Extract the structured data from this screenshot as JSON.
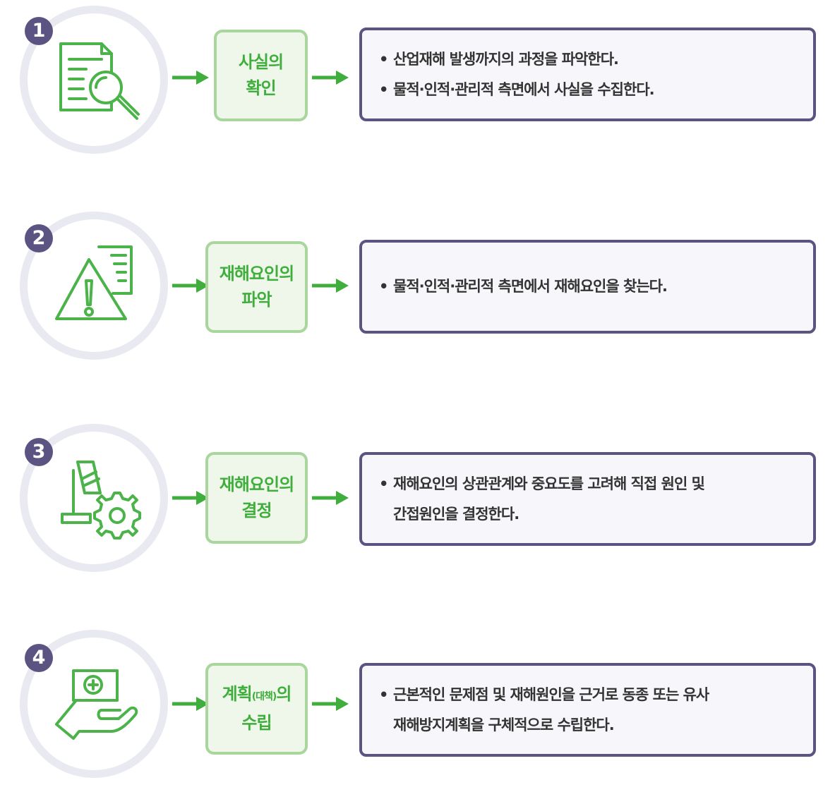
{
  "colors": {
    "accent_green": "#3fae3c",
    "box_border_green": "#a9d69c",
    "box_fill_green": "#eef7ea",
    "purple": "#5b5482",
    "ring_gray": "#e9e9f1",
    "text_dark": "#333333"
  },
  "bullet_char": "•",
  "steps": [
    {
      "number": "1",
      "icon": "document-search-icon",
      "label_line1": "사실의",
      "label_line2": "확인",
      "desc": [
        "산업재해 발생까지의 과정을 파악한다.",
        "물적·인적·관리적 측면에서 사실을 수집한다."
      ]
    },
    {
      "number": "2",
      "icon": "warning-checklist-icon",
      "label_line1": "재해요인의",
      "label_line2": "파악",
      "desc": [
        "물적·인적·관리적 측면에서 재해요인을 찾는다."
      ]
    },
    {
      "number": "3",
      "icon": "machine-gear-icon",
      "label_line1": "재해요인의",
      "label_line2": "결정",
      "desc": [
        "재해요인의 상관관계와 중요도를 고려해 직접 원인 및",
        "간접원인을 결정한다."
      ]
    },
    {
      "number": "4",
      "icon": "hand-plan-icon",
      "label_line1_a": "계획",
      "label_line1_small": "(대책)",
      "label_line1_b": "의",
      "label_line2": "수립",
      "desc": [
        "근본적인 문제점 및 재해원인을 근거로 동종 또는 유사",
        "재해방지계획을 구체적으로 수립한다."
      ]
    }
  ]
}
